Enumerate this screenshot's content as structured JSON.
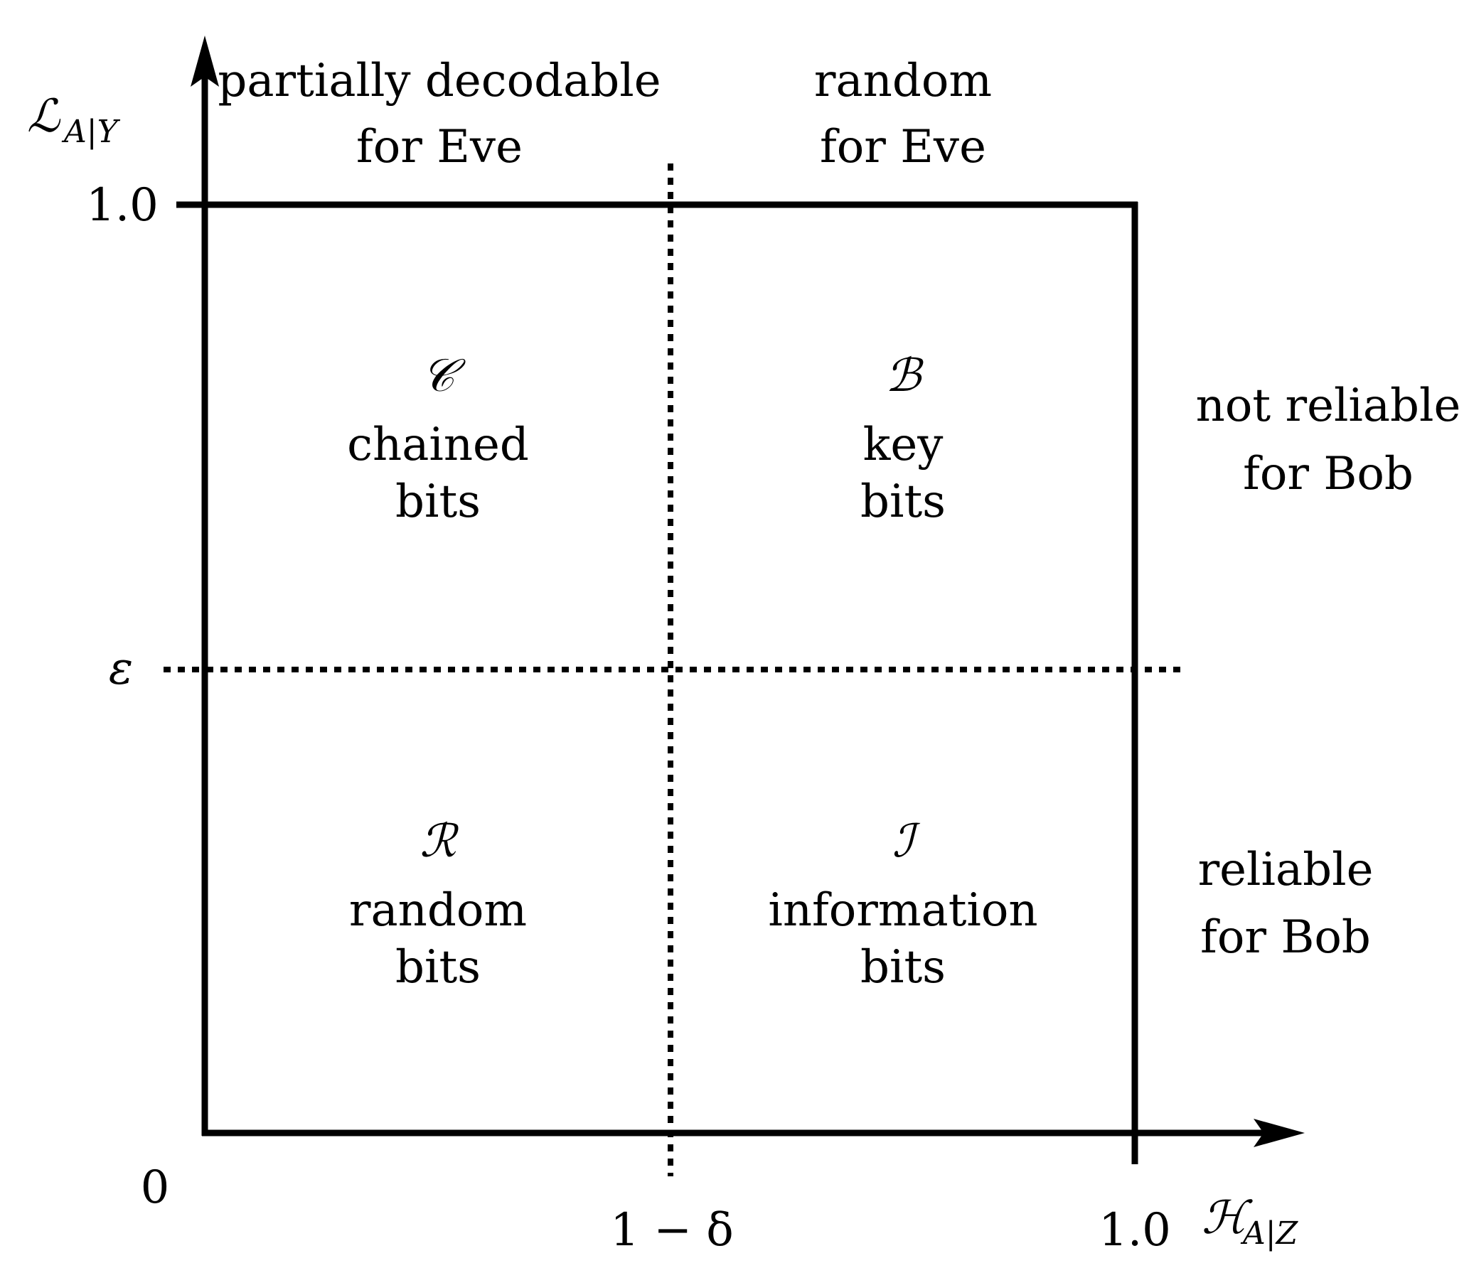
{
  "axes": {
    "y_symbol": "ℒ",
    "y_subscript": "A|Y",
    "x_symbol": "ℋ",
    "x_subscript": "A|Z",
    "origin": "0",
    "y_top_tick": "1.0",
    "y_threshold_tick": "ε",
    "x_threshold_tick": "1 − δ",
    "x_right_tick": "1.0"
  },
  "column_headers": {
    "left": {
      "line1": "partially decodable",
      "line2": "for Eve"
    },
    "right": {
      "line1": "random",
      "line2": "for Eve"
    }
  },
  "row_headers": {
    "top": {
      "line1": "not reliable",
      "line2": "for Bob"
    },
    "bottom": {
      "line1": "reliable",
      "line2": "for Bob"
    }
  },
  "regions": {
    "top_left": {
      "symbol": "𝒞",
      "line1": "chained",
      "line2": "bits"
    },
    "top_right": {
      "symbol": "ℬ",
      "line1": "key",
      "line2": "bits"
    },
    "bottom_left": {
      "symbol": "ℛ",
      "line1": "random",
      "line2": "bits"
    },
    "bottom_right": {
      "symbol": "ℐ",
      "line1": "information",
      "line2": "bits"
    }
  }
}
